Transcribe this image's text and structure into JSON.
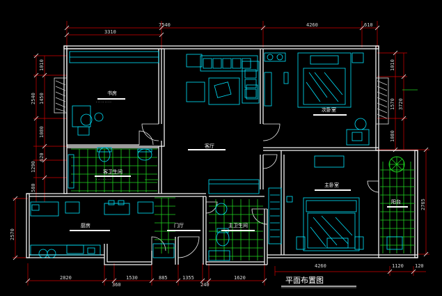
{
  "title": "平面布置图",
  "rooms": {
    "study": "书房",
    "living": "客厅",
    "guest_bath": "客卫生间",
    "second_bedroom": "次卧室",
    "master_bedroom": "主卧室",
    "kitchen": "厨房",
    "foyer": "门厅",
    "master_bath": "主卫生间",
    "balcony": "阳台"
  },
  "dimensions": {
    "top_total_left": "7540",
    "top_total_right": "4260",
    "top_right_extra": "610",
    "top_study": "3310",
    "left_1": "1010",
    "left_2": "2540",
    "left_3": "1450",
    "left_4": "1080",
    "left_5": "1290",
    "left_6": "620",
    "left_7": "580",
    "left_8": "2570",
    "right_1": "1010",
    "right_2": "1570",
    "right_3": "3720",
    "right_4": "1080",
    "right_5": "2765",
    "bottom_1": "2820",
    "bottom_2": "360",
    "bottom_3": "1530",
    "bottom_4": "885",
    "bottom_5": "1355",
    "bottom_6": "240",
    "bottom_7": "1620",
    "bottom_right_1": "4260",
    "bottom_right_2": "1120",
    "bottom_right_3": "120"
  }
}
